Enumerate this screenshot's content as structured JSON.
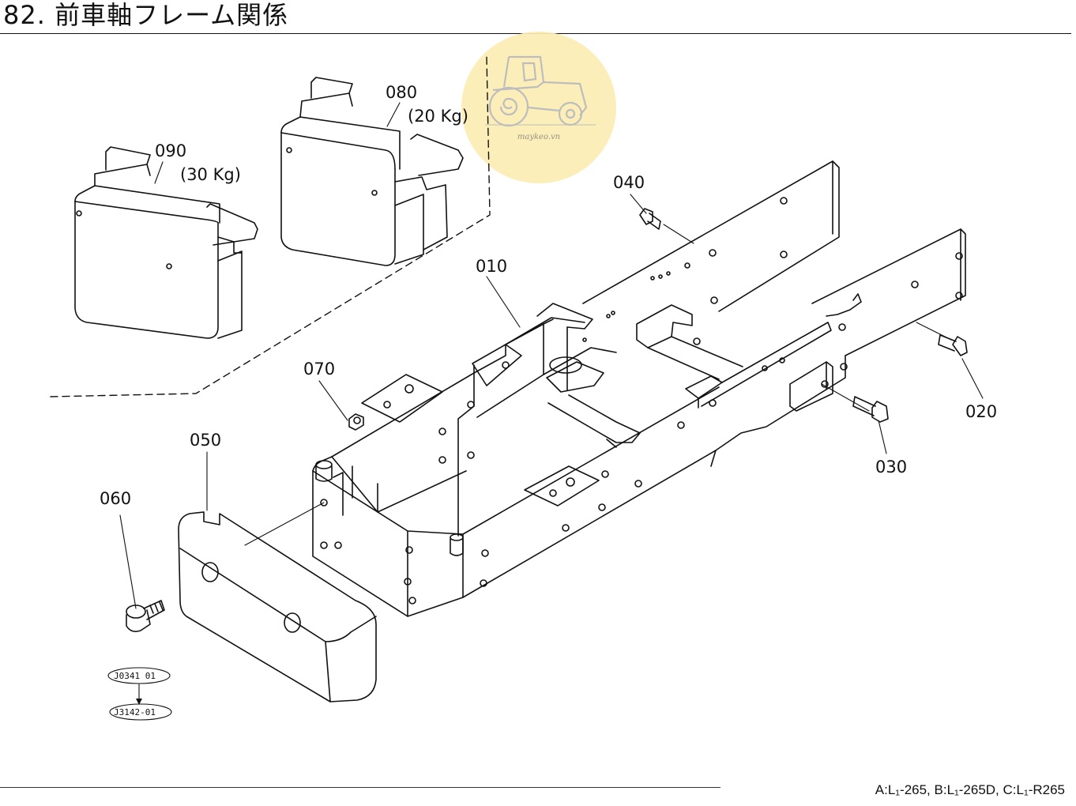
{
  "title": "82. 前車軸フレーム関係",
  "model_note": "A:L₁-265, B:L₁-265D, C:L₁-R265",
  "watermark": {
    "text": "maykeo.vn",
    "icon": "tractor-icon",
    "color": "#fcedb4"
  },
  "parts": [
    {
      "id": "010"
    },
    {
      "id": "020"
    },
    {
      "id": "030"
    },
    {
      "id": "040"
    },
    {
      "id": "050"
    },
    {
      "id": "060"
    },
    {
      "id": "070"
    },
    {
      "id": "080",
      "spec": "(20 Kg)"
    },
    {
      "id": "090",
      "spec": "(30 Kg)"
    }
  ],
  "references": [
    "J0341 01",
    "J3142-01"
  ]
}
